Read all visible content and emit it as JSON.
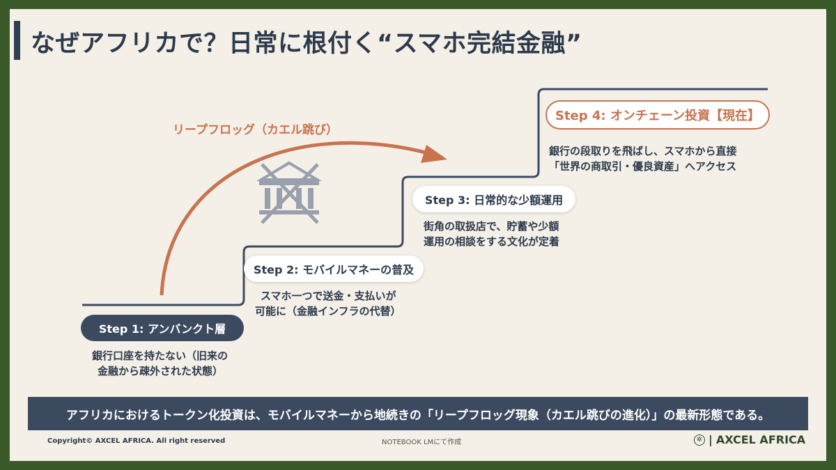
{
  "title": "なぜアフリカで？日常に根付く“スマホ完結金融”",
  "leap_label": "リープフロッグ（カエル跳び）",
  "steps": [
    {
      "label": "Step 1: アンバンクト層",
      "desc": [
        "銀行口座を持たない（旧来の",
        "金融から疎外された状態）"
      ]
    },
    {
      "label": "Step 2: モバイルマネーの普及",
      "desc": [
        "スマホ一つで送金・支払いが",
        "可能に（金融インフラの代替）"
      ]
    },
    {
      "label": "Step 3: 日常的な少額運用",
      "desc": [
        "街角の取扱店で、貯蓄や少額",
        "運用の相談をする文化が定着"
      ]
    },
    {
      "label": "Step 4: オンチェーン投資【現在】",
      "desc": [
        "銀行の段取りを飛ばし、スマホから直接",
        "「世界の商取引・優良資産」へアクセス"
      ]
    }
  ],
  "banner": "アフリカにおけるトークン化投資は、モバイルマネーから地続きの「リープフロッグ現象（カエル跳びの進化）」の最新形態である。",
  "footer": {
    "copyright": "Copyright©  AXCEL AFRICA. All right reserved",
    "center": "NOTEBOOK LMにて作成",
    "brand": "AXCEL AFRICA"
  },
  "icons": {
    "bank": "bank-crossed-icon",
    "logo": "globe-logo-icon"
  },
  "colors": {
    "accent": "#c8734e",
    "navy": "#3c4a60",
    "frame": "#3b5a2a",
    "background": "#f4f0e8"
  }
}
